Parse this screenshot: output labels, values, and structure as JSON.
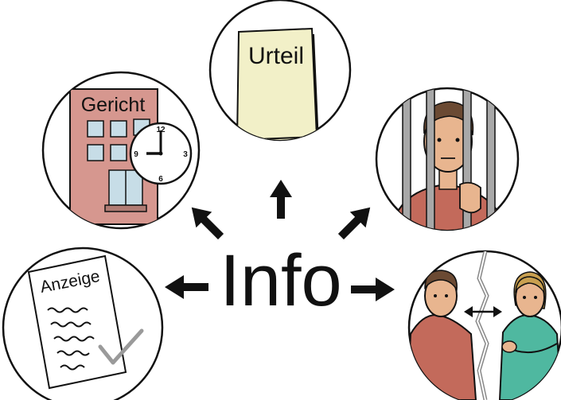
{
  "center": {
    "label": "Info"
  },
  "items": [
    {
      "id": "urteil",
      "label": "Urteil",
      "icon": "verdict-document-icon"
    },
    {
      "id": "gericht",
      "label": "Gericht",
      "icon": "court-building-clock-icon",
      "clock_numbers": [
        "12",
        "3",
        "6",
        "9"
      ]
    },
    {
      "id": "jail",
      "label": "",
      "icon": "man-behind-bars-icon"
    },
    {
      "id": "anzeige",
      "label": "Anzeige",
      "icon": "complaint-document-checkmark-icon"
    },
    {
      "id": "separation",
      "label": "",
      "icon": "separated-man-woman-icon"
    }
  ],
  "colors": {
    "outline": "#111111",
    "building": "#d6978f",
    "window": "#c7dde7",
    "paper_yellow": "#f2f0c8",
    "skin": "#e8b58f",
    "hair": "#6b4a33",
    "shirt_red": "#c36a5b",
    "shirt_teal": "#4fb8a0",
    "check_gray": "#9a9a9a",
    "bars": "#a8a8a8"
  }
}
